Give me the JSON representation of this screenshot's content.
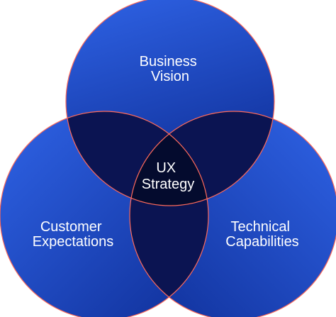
{
  "diagram": {
    "type": "venn-3",
    "colors": {
      "circle_light": "#2f63e6",
      "circle_dark": "#0f2f98",
      "pair_overlap": "#0b1452",
      "center_overlap": "#040b2e",
      "outline": "#ff6a5a",
      "label": "#ffffff"
    },
    "sets": [
      {
        "id": "business",
        "label_lines": [
          "Business",
          "Vision"
        ]
      },
      {
        "id": "customer",
        "label_lines": [
          "Customer",
          "Expectations"
        ]
      },
      {
        "id": "technical",
        "label_lines": [
          "Technical",
          "Capabilities"
        ]
      }
    ],
    "center": {
      "label_lines": [
        "UX",
        "Strategy"
      ]
    }
  }
}
